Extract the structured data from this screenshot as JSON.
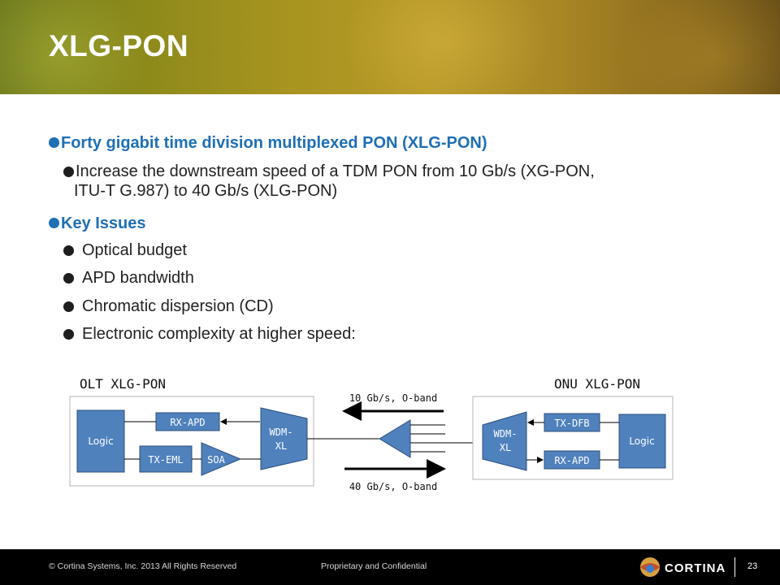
{
  "slide": {
    "title": "XLG-PON",
    "bullets": [
      {
        "text": "Forty gigabit time division multiplexed PON (XLG-PON)"
      },
      {
        "text_line1": "Increase the downstream speed of a TDM PON from 10 Gb/s (XG-PON,",
        "text_line2": "ITU-T G.987) to 40 Gb/s (XLG-PON)"
      },
      {
        "text": "Key Issues"
      },
      {
        "text": "Optical budget"
      },
      {
        "text": "APD bandwidth"
      },
      {
        "text": "Chromatic dispersion (CD)"
      },
      {
        "text": "Electronic complexity at higher speed:"
      }
    ]
  },
  "diagram": {
    "olt_title": "OLT XLG-PON",
    "onu_title": "ONU XLG-PON",
    "olt_logic": "Logic",
    "olt_rx": "RX-APD",
    "olt_tx": "TX-EML",
    "olt_soa": "SOA",
    "olt_wdm_line1": "WDM-",
    "olt_wdm_line2": "XL",
    "onu_wdm_line1": "WDM-",
    "onu_wdm_line2": "XL",
    "onu_tx": "TX-DFB",
    "onu_rx": "RX-APD",
    "onu_logic": "Logic",
    "upstream_label": "10 Gb/s, O-band",
    "downstream_label": "40 Gb/s, O-band",
    "block_color": "#4f81bd"
  },
  "footer": {
    "copyright": "© Cortina Systems, Inc. 2013 All Rights Reserved",
    "confidential": "Proprietary and Confidential",
    "logo_text": "CORTINA",
    "page_number": "23"
  }
}
